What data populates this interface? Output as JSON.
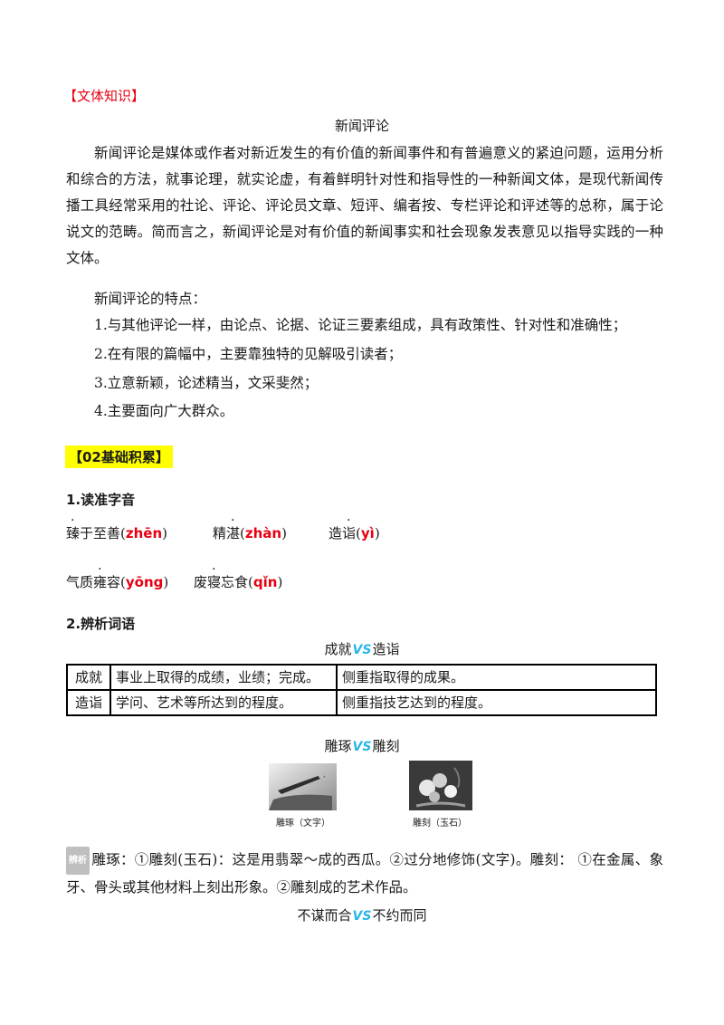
{
  "genre_tag": "【文体知识】",
  "doc_title": "新闻评论",
  "intro": "新闻评论是媒体或作者对新近发生的有价值的新闻事件和有普遍意义的紧迫问题，运用分析和综合的方法，就事论理，就实论虚，有着鲜明针对性和指导性的一种新闻文体，是现代新闻传播工具经常采用的社论、评论、评论员文章、短评、编者按、专栏评论和评述等的总称，属于论说文的范畴。简而言之，新闻评论是对有价值的新闻事实和社会现象发表意见以指导实践的一种文体。",
  "features_heading": "新闻评论的特点：",
  "features": [
    "1.与其他评论一样，由论点、论据、论证三要素组成，具有政策性、针对性和准确性；",
    "2.在有限的篇幅中，主要靠独特的见解吸引读者；",
    "3.立意新颖，论述精当，文采斐然；",
    "4.主要面向广大群众。"
  ],
  "basics_tag": "【02基础积累】",
  "section1_title": "1.读准字音",
  "pronunciations": [
    {
      "pre": "",
      "dot": "臻",
      "post": "于至善",
      "pinyin": "zhēn"
    },
    {
      "pre": "精",
      "dot": "湛",
      "post": "",
      "pinyin": "zhàn"
    },
    {
      "pre": "造",
      "dot": "诣",
      "post": "",
      "pinyin": "yì"
    },
    {
      "pre": "气质",
      "dot": "雍",
      "post": "容",
      "pinyin": "yōng"
    },
    {
      "pre": "废",
      "dot": "寝",
      "post": "忘食",
      "pinyin": "qǐn"
    }
  ],
  "section2_title": "2.辨析词语",
  "vs_label": "VS",
  "pair1": {
    "left": "成就",
    "right": "造诣"
  },
  "table_rows": [
    {
      "term": "成就",
      "meaning": "事业上取得的成绩，业绩；完成。",
      "note": "侧重指取得的成果。"
    },
    {
      "term": "造诣",
      "meaning": "学问、艺术等所达到的程度。",
      "note": "侧重指技艺达到的程度。"
    }
  ],
  "pair2": {
    "left": "雕琢",
    "right": "雕刻"
  },
  "image_captions": [
    "雕琢（文字）",
    "雕刻（玉石）"
  ],
  "analysis_badge": "辨析",
  "analysis_text": "雕琢：①雕刻(玉石)：这是用翡翠～成的西瓜。②过分地修饰(文字)。雕刻： ①在金属、象牙、骨头或其他材料上刻出形象。②雕刻成的艺术作品。",
  "pair3": {
    "left": "不谋而合",
    "right": "不约而同"
  }
}
